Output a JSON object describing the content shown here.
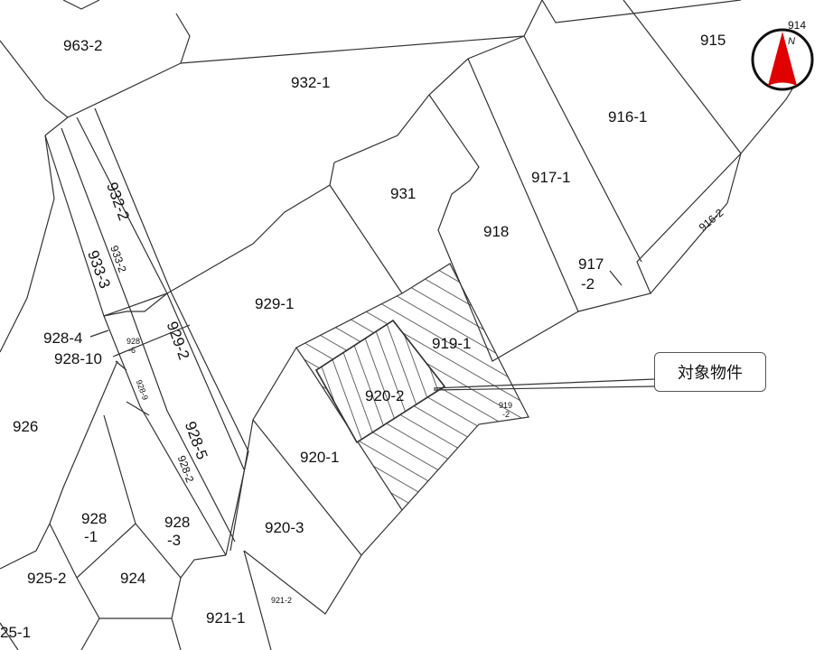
{
  "map": {
    "parcels": {
      "p963_2": "963-2",
      "p932_1": "932-1",
      "p915": "915",
      "p914": "914",
      "p916_1": "916-1",
      "p917_1": "917-1",
      "p931": "931",
      "p918": "918",
      "p916_2": "916-2",
      "p917_2a": "917",
      "p917_2b": "-2",
      "p932_2": "932-2",
      "p933_2": "933-2",
      "p933_3": "933-3",
      "p929_1": "929-1",
      "p919_1": "919-1",
      "p928_4": "928-4",
      "p928_10": "928-10",
      "p928_6a": "928",
      "p928_6b": "-6",
      "p929_2": "929-2",
      "p920_2": "920-2",
      "p919_2a": "919",
      "p919_2b": "-2",
      "p928_9": "928-9",
      "p926": "926",
      "p928_5": "928-5",
      "p920_1": "920-1",
      "p928_2": "928-2",
      "p928_1a": "928",
      "p928_1b": "-1",
      "p928_3a": "928",
      "p928_3b": "-3",
      "p920_3": "920-3",
      "p925_2": "925-2",
      "p924": "924",
      "p921_2": "921-2",
      "p921_1": "921-1",
      "p925_1": "25-1"
    },
    "callout": "対象物件",
    "compass_label": "N",
    "colors": {
      "compass": "#e00000",
      "hatch": "#333333"
    }
  }
}
